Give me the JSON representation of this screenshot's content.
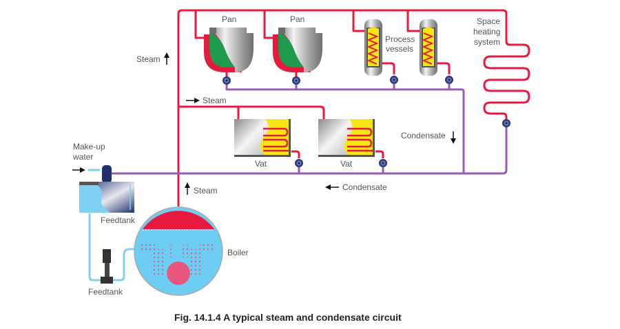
{
  "caption": "Fig. 14.1.4 A typical steam and condensate circuit",
  "labels": {
    "pan_1": "Pan",
    "pan_2": "Pan",
    "process_vessels_line1": "Process",
    "process_vessels_line2": "vessels",
    "space_heating_line1": "Space",
    "space_heating_line2": "heating",
    "space_heating_line3": "system",
    "steam_up_top": "Steam",
    "steam_right": "Steam",
    "steam_up_boiler": "Steam",
    "vat_1": "Vat",
    "vat_2": "Vat",
    "condensate_down": "Condensate",
    "condensate_left": "Condensate",
    "makeup_line1": "Make-up",
    "makeup_line2": "water",
    "feedtank_tank": "Feedtank",
    "feedtank_pump": "Feedtank",
    "boiler": "Boiler"
  },
  "colors": {
    "steam": "#e8193e",
    "condensate": "#9b59b6",
    "water": "#7fd0f0",
    "pan_fill": "#1f9a4c",
    "vessel_fill": "#f5e614",
    "boiler_water": "#6dcdf2",
    "furnace": "#e8587e"
  }
}
